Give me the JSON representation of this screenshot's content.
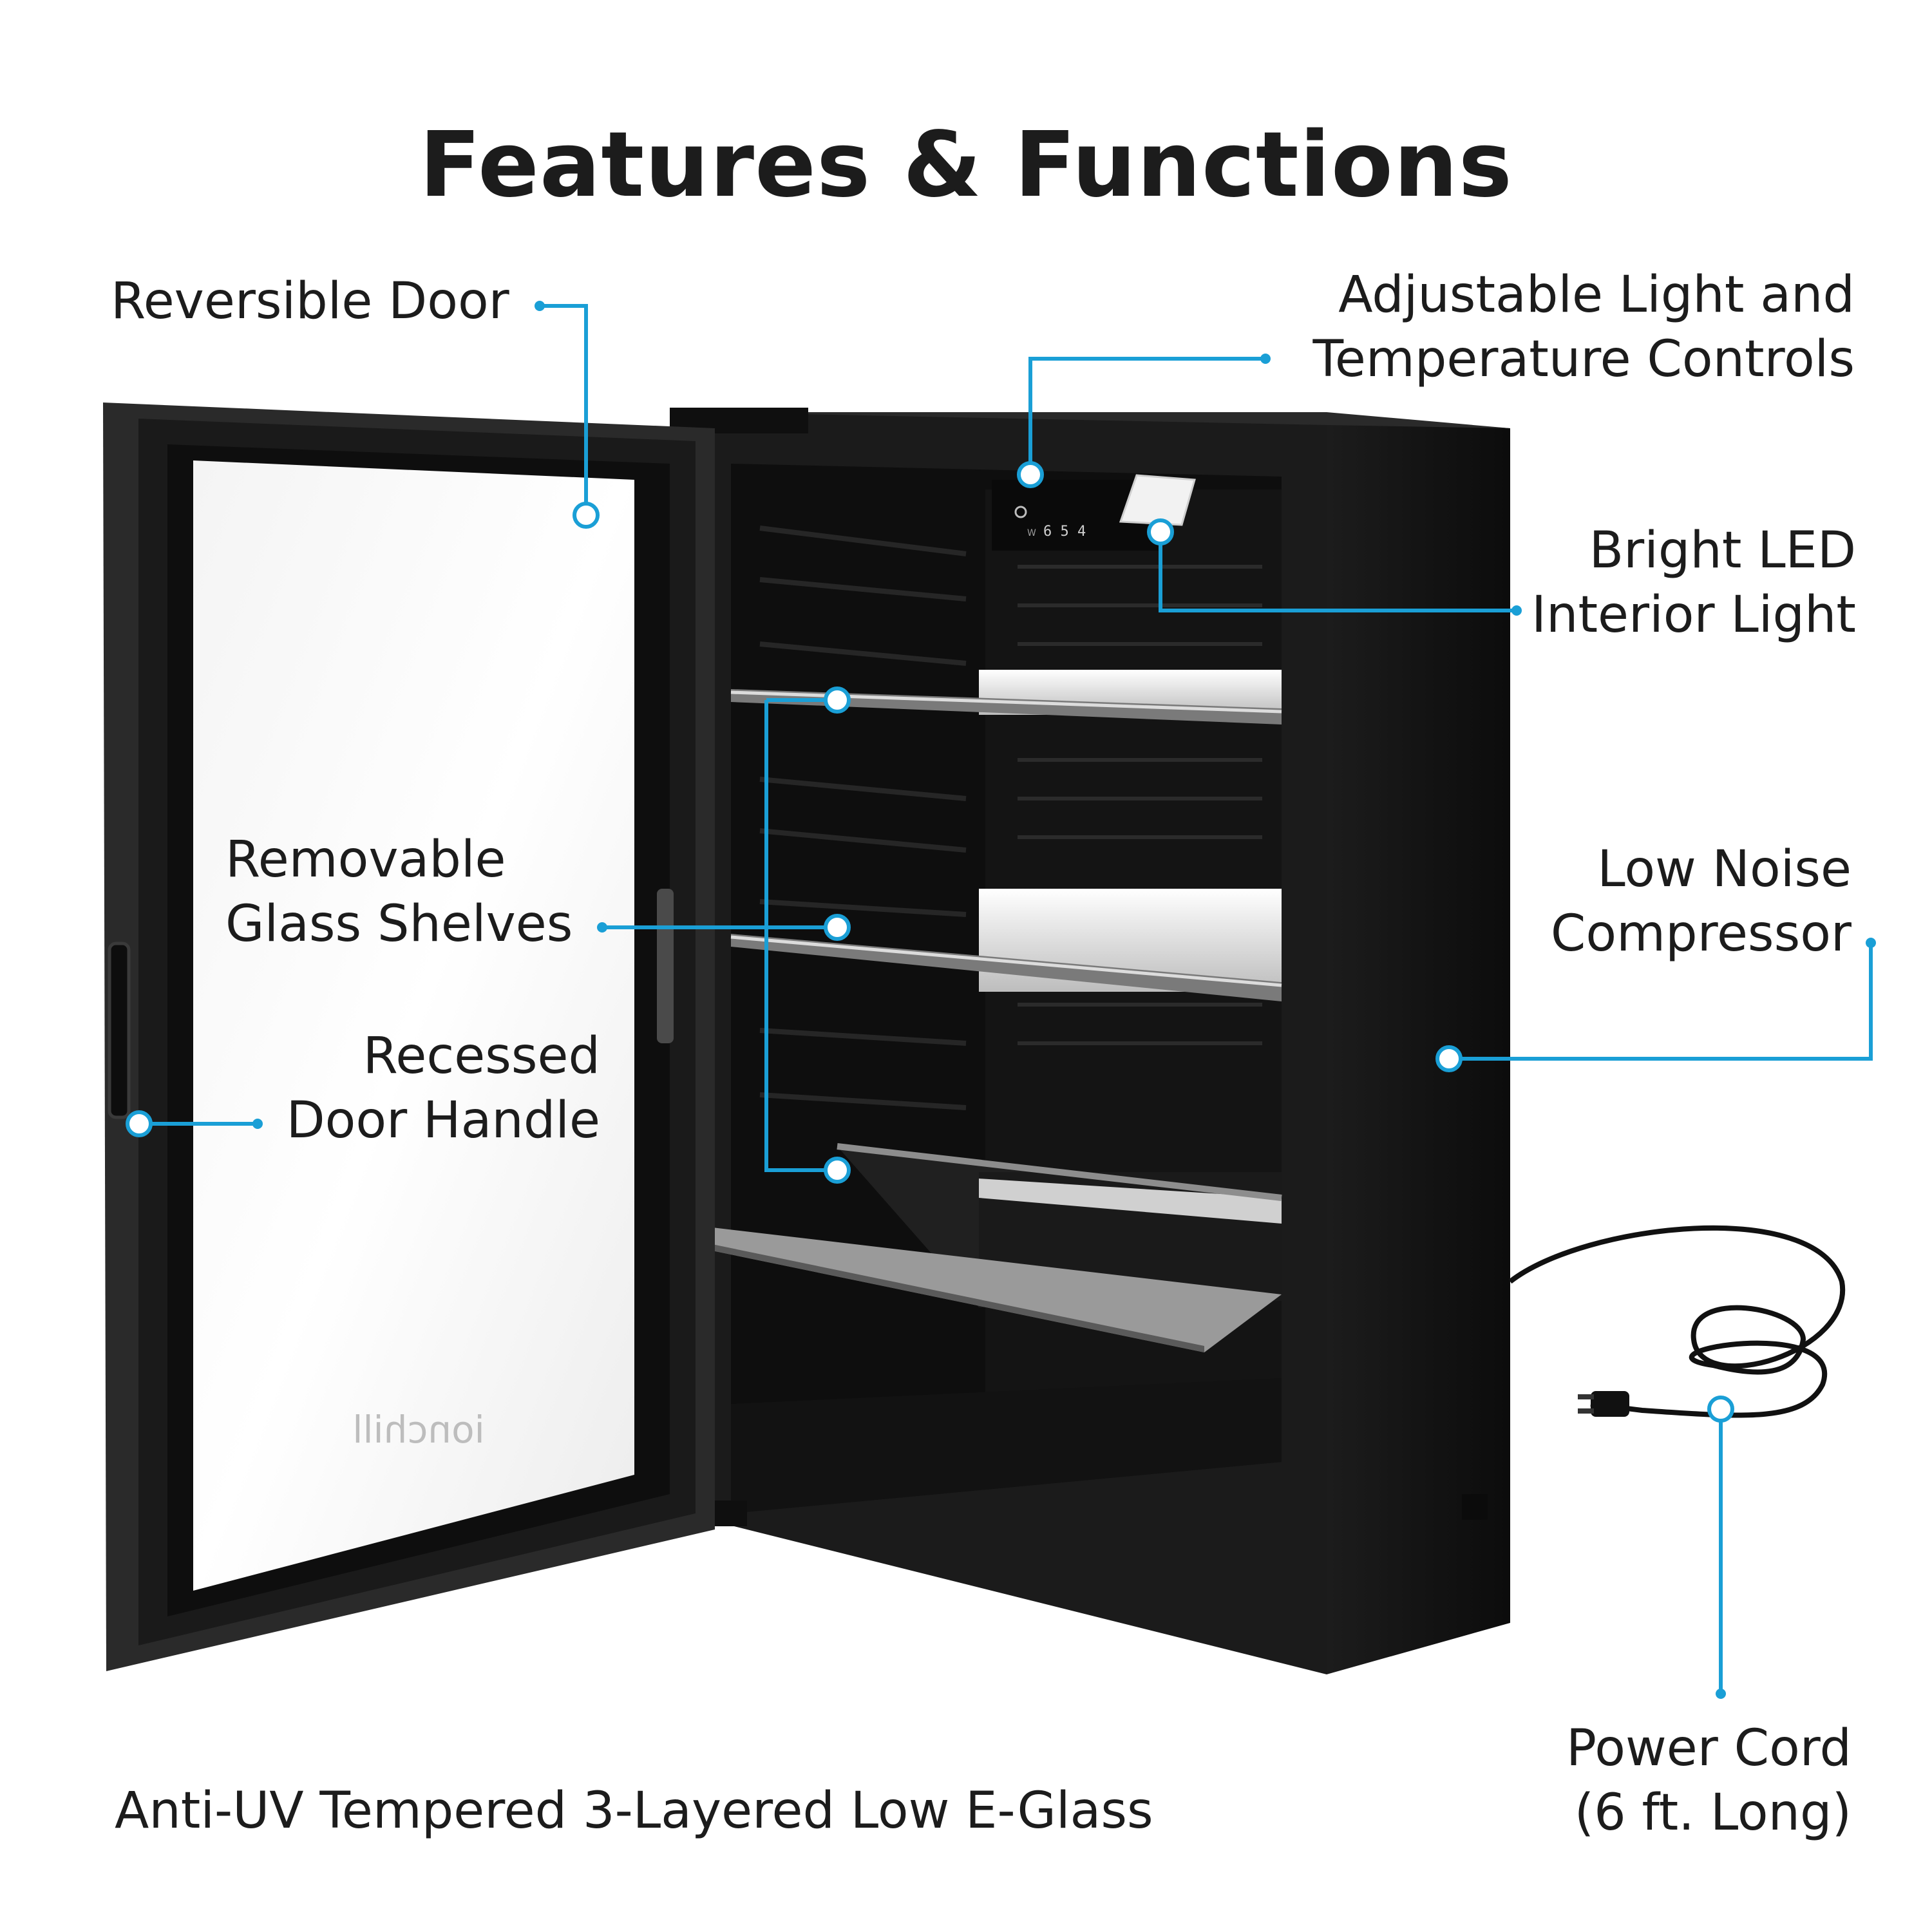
{
  "title": "Features & Functions",
  "labels": {
    "reversible_door": "Reversible Door",
    "controls": [
      "Adjustable Light and",
      "Temperature Controls"
    ],
    "led_light": [
      "Bright LED",
      "Interior Light"
    ],
    "shelves": [
      "Removable",
      "Glass Shelves"
    ],
    "handle": [
      "Recessed",
      "Door Handle"
    ],
    "compressor": [
      "Low Noise",
      "Compressor"
    ],
    "power_cord": [
      "Power Cord",
      "(6 ft. Long)"
    ],
    "glass": "Anti-UV Tempered 3-Layered Low E-Glass"
  },
  "control_panel": {
    "digits": "6 5 4",
    "small": "W"
  },
  "door_logo": "ionchill",
  "colors": {
    "callout": "#1a9fd6",
    "cabinet": "#1b1b1b",
    "cabinet_side": "#111111",
    "door_frame": "#2a2a2a",
    "text": "#1c1c1c"
  },
  "icons": [
    "light-icon"
  ]
}
